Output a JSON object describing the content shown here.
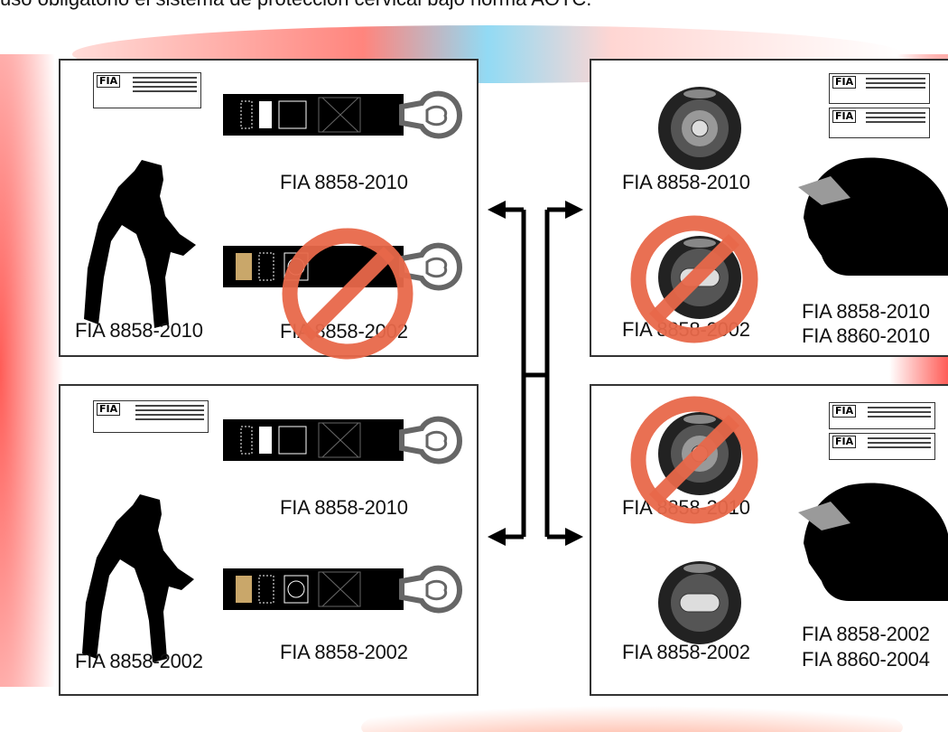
{
  "header": {
    "text": "uso obligatorio el sistema de protección cervical bajo norma AOTC."
  },
  "panels": {
    "top_left": {
      "device_label": "FIA 8858-2010",
      "strap_ok_label": "FIA 8858-2010",
      "strap_banned_label": "FIA 8858-2002"
    },
    "bottom_left": {
      "device_label": "FIA 8858-2002",
      "strap_1_label": "FIA 8858-2010",
      "strap_2_label": "FIA 8858-2002"
    },
    "top_right": {
      "anchor_ok_label": "FIA 8858-2010",
      "anchor_banned_label": "FIA 8858-2002",
      "helmet_label_1": "FIA 8858-2010",
      "helmet_label_2": "FIA 8860-2010"
    },
    "bottom_right": {
      "anchor_banned_label": "FIA 8858-2010",
      "anchor_ok_label": "FIA 8858-2002",
      "helmet_label_1": "FIA 8858-2002",
      "helmet_label_2": "FIA 8860-2004"
    }
  },
  "colors": {
    "prohibited": "#e8684a",
    "ink": "#111111",
    "glow_red": "#ff5a4f",
    "glow_blue": "#66ccee"
  },
  "icons": [
    "hans-device-icon",
    "tether-strap-icon",
    "helmet-anchor-icon",
    "helmet-icon",
    "prohibited-icon",
    "arrow-icon",
    "fia-label-icon"
  ]
}
